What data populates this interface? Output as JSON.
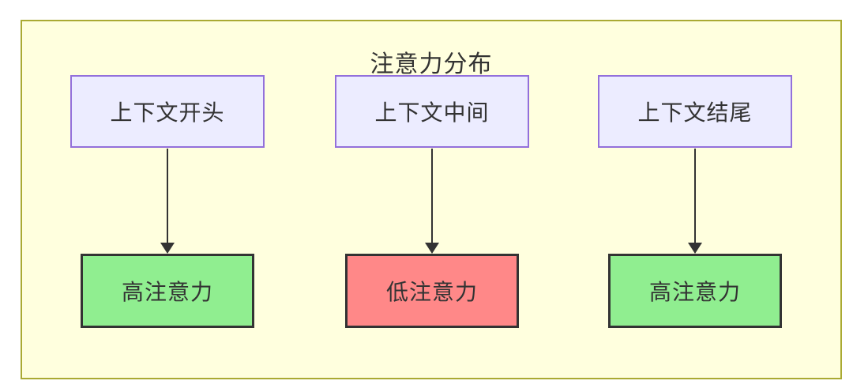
{
  "diagram": {
    "title": "注意力分布",
    "colors": {
      "canvas_fill": "#FFFFDE",
      "canvas_border": "#AAAA33",
      "source_fill": "#ECECFF",
      "source_border": "#9370DB",
      "target_border": "#333333",
      "high_attention_fill": "#90EE90",
      "low_attention_fill": "#FF8888",
      "arrow": "#333333",
      "text": "#333333"
    },
    "columns": [
      {
        "source": "上下文开头",
        "target": "高注意力",
        "target_fill": "#90EE90"
      },
      {
        "source": "上下文中间",
        "target": "低注意力",
        "target_fill": "#FF8888"
      },
      {
        "source": "上下文结尾",
        "target": "高注意力",
        "target_fill": "#90EE90"
      }
    ]
  }
}
